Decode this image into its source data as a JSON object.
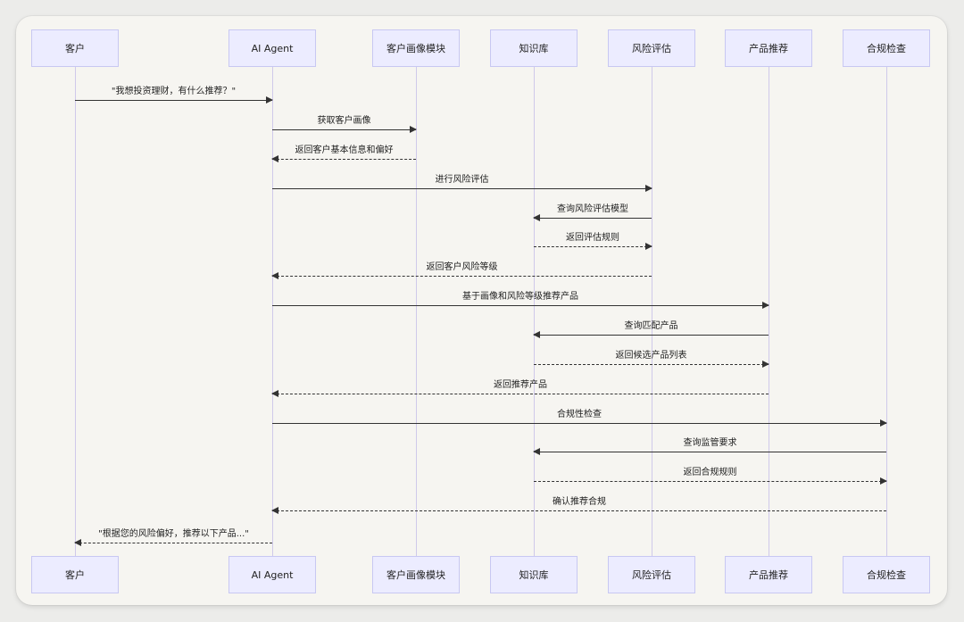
{
  "actors": [
    {
      "id": "customer",
      "label": "客户"
    },
    {
      "id": "agent",
      "label": "AI Agent"
    },
    {
      "id": "profile",
      "label": "客户画像模块"
    },
    {
      "id": "kb",
      "label": "知识库"
    },
    {
      "id": "risk",
      "label": "风险评估"
    },
    {
      "id": "recommend",
      "label": "产品推荐"
    },
    {
      "id": "compliance",
      "label": "合规检查"
    }
  ],
  "messages": [
    {
      "from": 0,
      "to": 1,
      "text": "\"我想投资理财，有什么推荐？\"",
      "style": "solid"
    },
    {
      "from": 1,
      "to": 2,
      "text": "获取客户画像",
      "style": "solid"
    },
    {
      "from": 2,
      "to": 1,
      "text": "返回客户基本信息和偏好",
      "style": "dashed"
    },
    {
      "from": 1,
      "to": 4,
      "text": "进行风险评估",
      "style": "solid"
    },
    {
      "from": 4,
      "to": 3,
      "text": "查询风险评估模型",
      "style": "solid"
    },
    {
      "from": 3,
      "to": 4,
      "text": "返回评估规则",
      "style": "dashed"
    },
    {
      "from": 4,
      "to": 1,
      "text": "返回客户风险等级",
      "style": "dashed"
    },
    {
      "from": 1,
      "to": 5,
      "text": "基于画像和风险等级推荐产品",
      "style": "solid"
    },
    {
      "from": 5,
      "to": 3,
      "text": "查询匹配产品",
      "style": "solid"
    },
    {
      "from": 3,
      "to": 5,
      "text": "返回候选产品列表",
      "style": "dashed"
    },
    {
      "from": 5,
      "to": 1,
      "text": "返回推荐产品",
      "style": "dashed"
    },
    {
      "from": 1,
      "to": 6,
      "text": "合规性检查",
      "style": "solid"
    },
    {
      "from": 6,
      "to": 3,
      "text": "查询监管要求",
      "style": "solid"
    },
    {
      "from": 3,
      "to": 6,
      "text": "返回合规规则",
      "style": "dashed"
    },
    {
      "from": 6,
      "to": 1,
      "text": "确认推荐合规",
      "style": "dashed"
    },
    {
      "from": 1,
      "to": 0,
      "text": "\"根据您的风险偏好，推荐以下产品...\"",
      "style": "dashed"
    }
  ]
}
